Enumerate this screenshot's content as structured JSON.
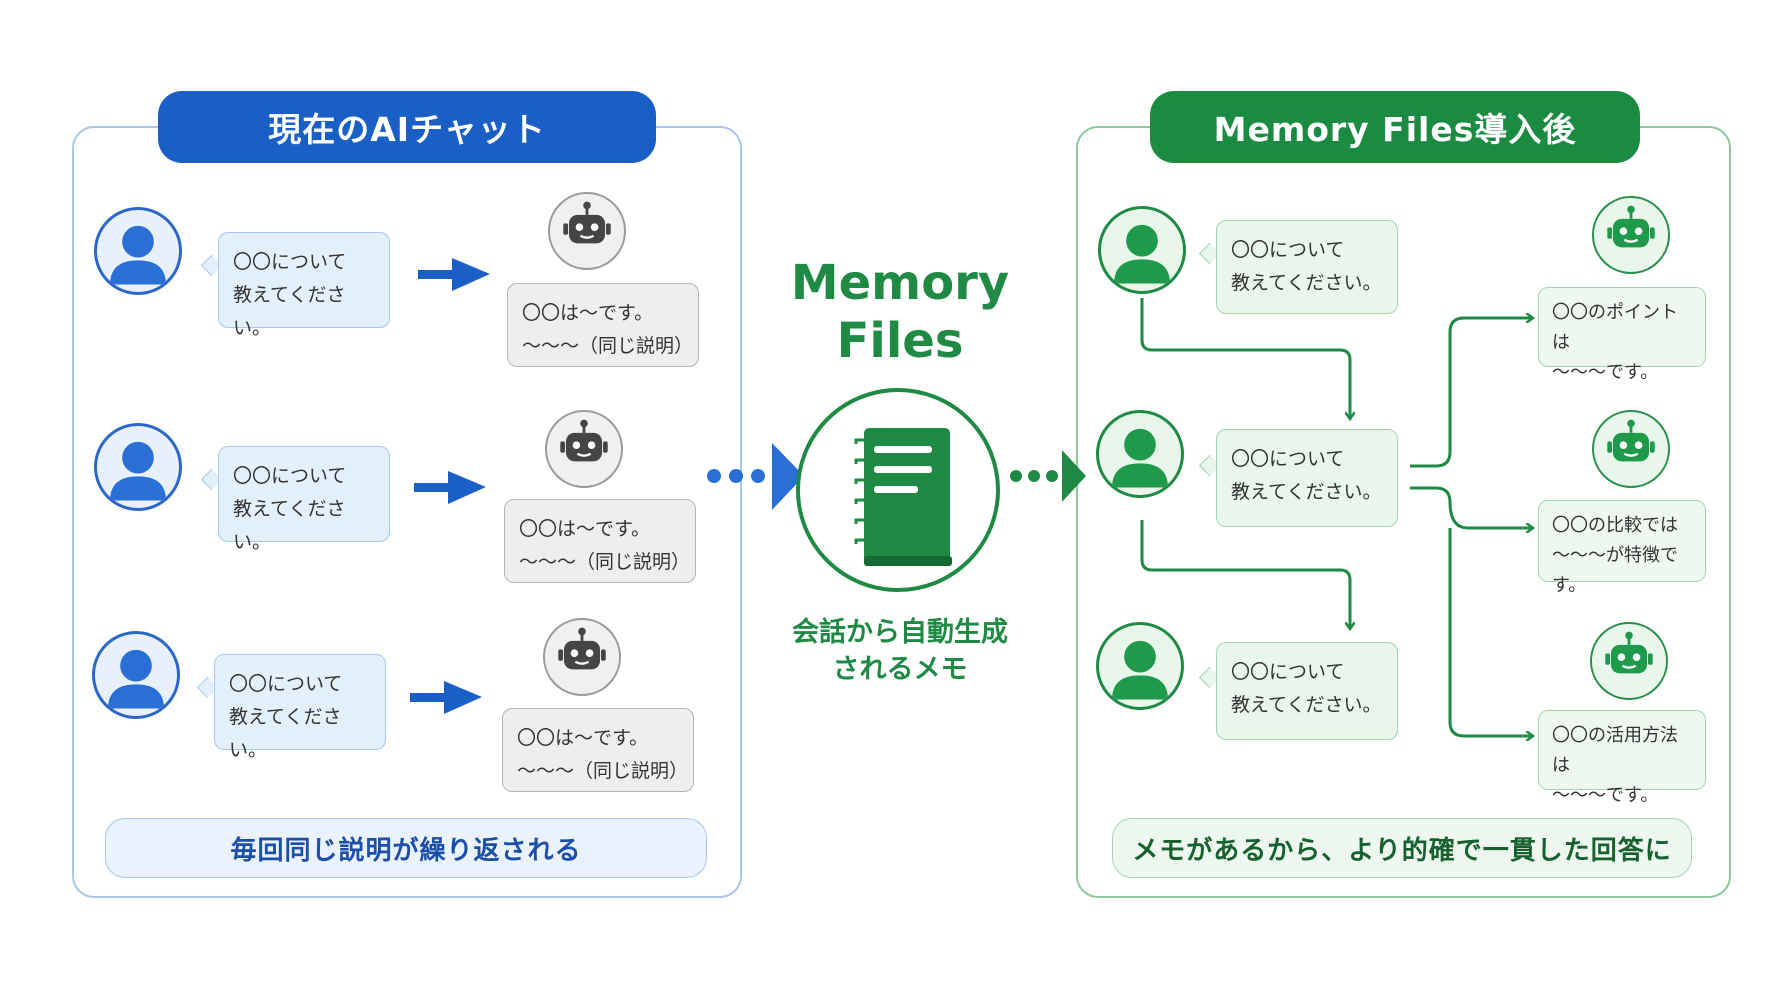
{
  "left": {
    "header": "現在のAIチャット",
    "user_question": "〇〇について\n教えてください。",
    "bot_answer": "〇〇は〜です。\n〜〜〜（同じ説明）",
    "summary": "毎回同じ説明が繰り返される"
  },
  "center": {
    "title": "Memory\nFiles",
    "subtitle": "会話から自動生成\nされるメモ"
  },
  "right": {
    "header": "Memory Files導入後",
    "user_question": "〇〇について\n教えてください。",
    "answers": [
      "〇〇のポイントは\n〜〜〜です。",
      "〇〇の比較では\n〜〜〜が特徴です。",
      "〇〇の活用方法は\n〜〜〜です。"
    ],
    "summary": "メモがあるから、より的確で一貫した回答に"
  },
  "colors": {
    "blue": "#1a5fc6",
    "green": "#1b8b42"
  },
  "icons": [
    "user-icon",
    "robot-icon",
    "notebook-icon",
    "arrow-right-icon"
  ]
}
